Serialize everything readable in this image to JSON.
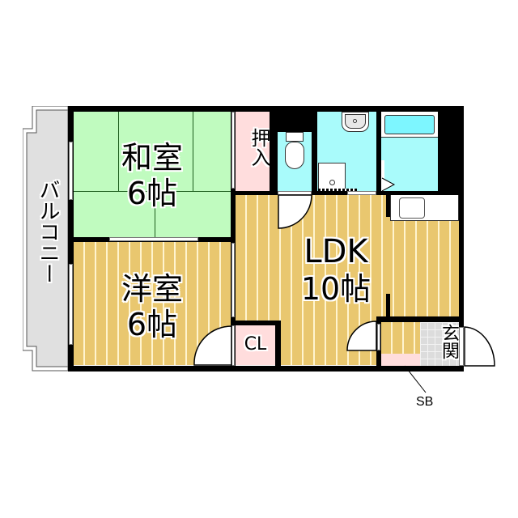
{
  "floorplan": {
    "rooms": {
      "washitsu": {
        "name": "和室",
        "size": "6帖"
      },
      "youshitsu": {
        "name": "洋室",
        "size": "6帖"
      },
      "ldk": {
        "name": "LDK",
        "size": "10帖"
      },
      "oshiire": {
        "name": "押入"
      },
      "closet": {
        "name": "CL"
      },
      "genkan": {
        "name": "玄関"
      },
      "balcony": {
        "name": "バルコニー"
      },
      "shoebox": {
        "name": "SB"
      }
    },
    "colors": {
      "tatami": "#c0fbbf",
      "wood_floor": "#e9c76f",
      "wet_area": "#a9fbfb",
      "storage": "#ffdddd",
      "balcony": "#e0e0e0",
      "wall": "#000000"
    }
  }
}
